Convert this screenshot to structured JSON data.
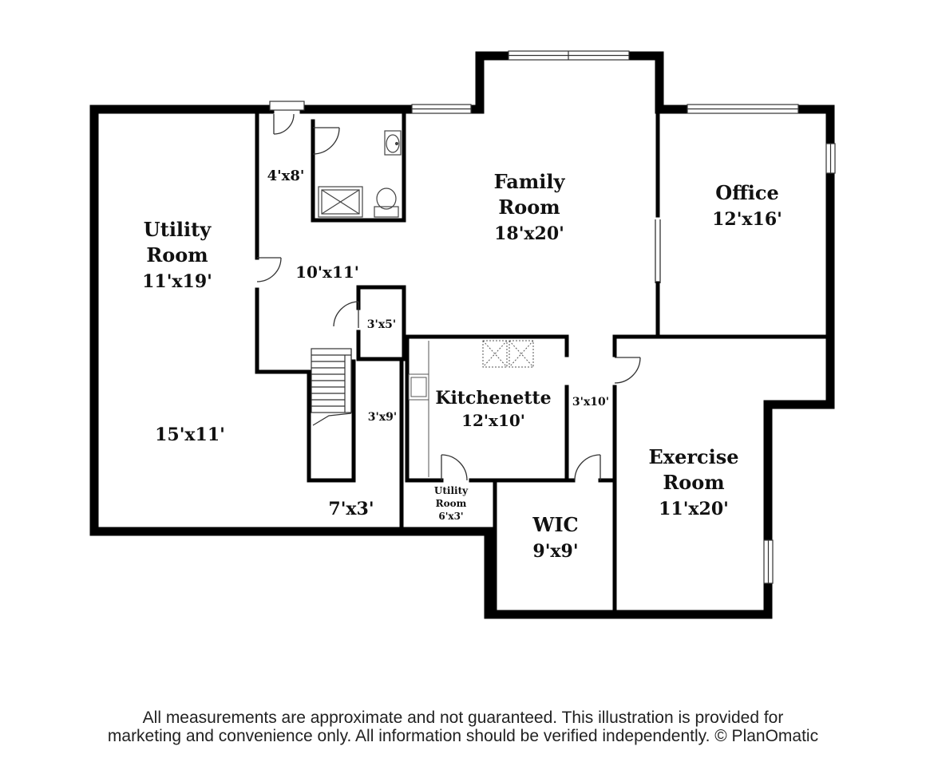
{
  "rooms": {
    "utility_room": {
      "name_line1": "Utility",
      "name_line2": "Room",
      "size": "11'x19'"
    },
    "utility_lower_size": "15'x11'",
    "bath_size": "4'x8'",
    "hall_size": "10'x11'",
    "closet_a_size": "3'x5'",
    "closet_b_size": "3'x9'",
    "landing_size": "7'x3'",
    "family_room": {
      "name_line1": "Family",
      "name_line2": "Room",
      "size": "18'x20'"
    },
    "office": {
      "name": "Office",
      "size": "12'x16'"
    },
    "kitchenette": {
      "name": "Kitchenette",
      "size": "12'x10'"
    },
    "hall_b_size": "3'x10'",
    "small_utility": {
      "name_line1": "Utility",
      "name_line2": "Room",
      "size": "6'x3'"
    },
    "wic": {
      "name": "WIC",
      "size": "9'x9'"
    },
    "exercise_room": {
      "name_line1": "Exercise",
      "name_line2": "Room",
      "size": "11'x20'"
    }
  },
  "disclaimer": {
    "line1": "All measurements are approximate and not guaranteed. This illustration is provided for",
    "line2": "marketing and convenience only. All information should be verified independently. © PlanOmatic"
  },
  "colors": {
    "wall": "#000000",
    "background": "#ffffff",
    "fixture": "#444444"
  }
}
